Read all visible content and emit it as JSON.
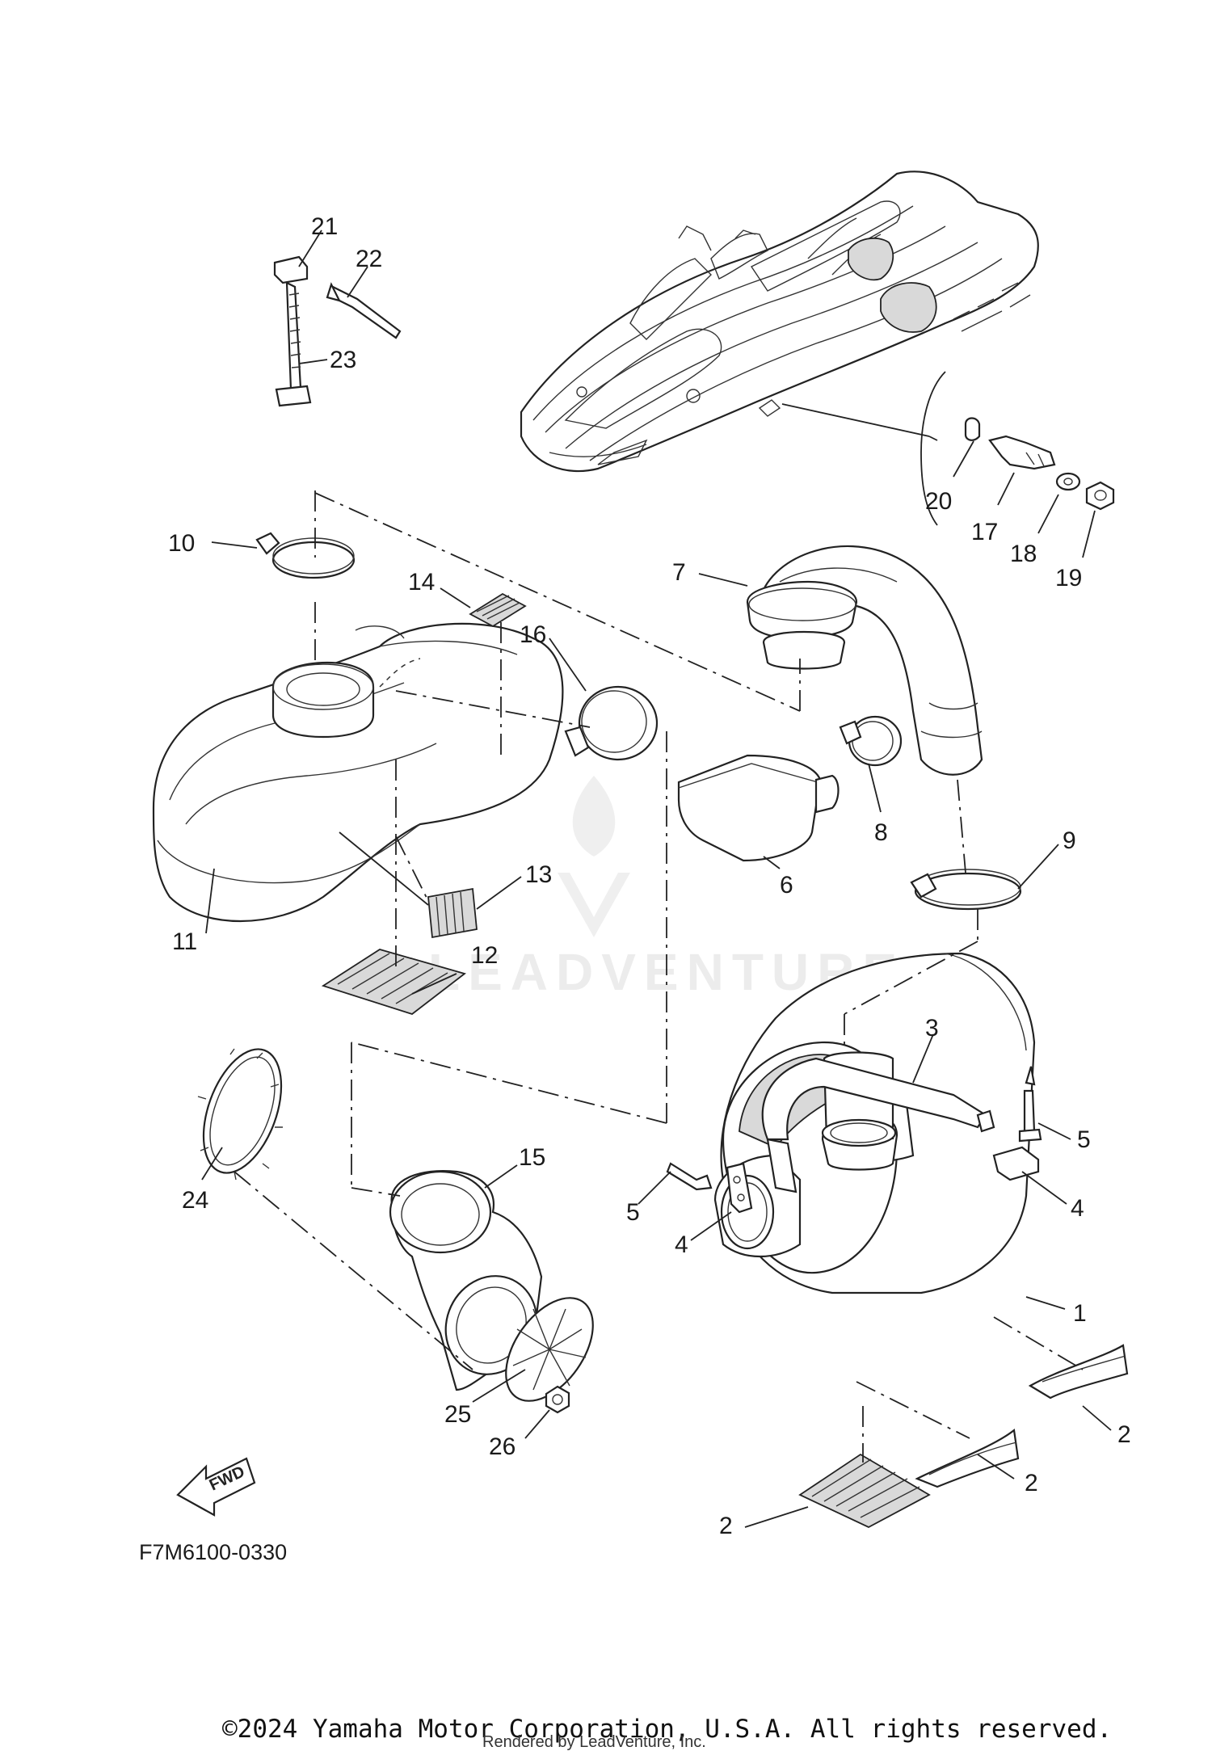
{
  "diagram": {
    "drawing_code": "F7M6100-0330",
    "fwd_label": "FWD",
    "copyright": "©2024 Yamaha Motor Corporation, U.S.A. All rights reserved.",
    "rendered_by": "Rendered by LeadVenture, Inc.",
    "watermark": "LEADVENTURE",
    "callouts": {
      "p1": "1",
      "p2a": "2",
      "p2b": "2",
      "p2c": "2",
      "p3": "3",
      "p4a": "4",
      "p4b": "4",
      "p5a": "5",
      "p5b": "5",
      "p6": "6",
      "p7": "7",
      "p8": "8",
      "p9": "9",
      "p10": "10",
      "p11": "11",
      "p12": "12",
      "p13": "13",
      "p14": "14",
      "p15": "15",
      "p16": "16",
      "p17": "17",
      "p18": "18",
      "p19": "19",
      "p20": "20",
      "p21": "21",
      "p22": "22",
      "p23": "23",
      "p24": "24",
      "p25": "25",
      "p26": "26"
    },
    "colors": {
      "line": "#222222",
      "watermark": "#ececec",
      "background": "#ffffff"
    }
  }
}
